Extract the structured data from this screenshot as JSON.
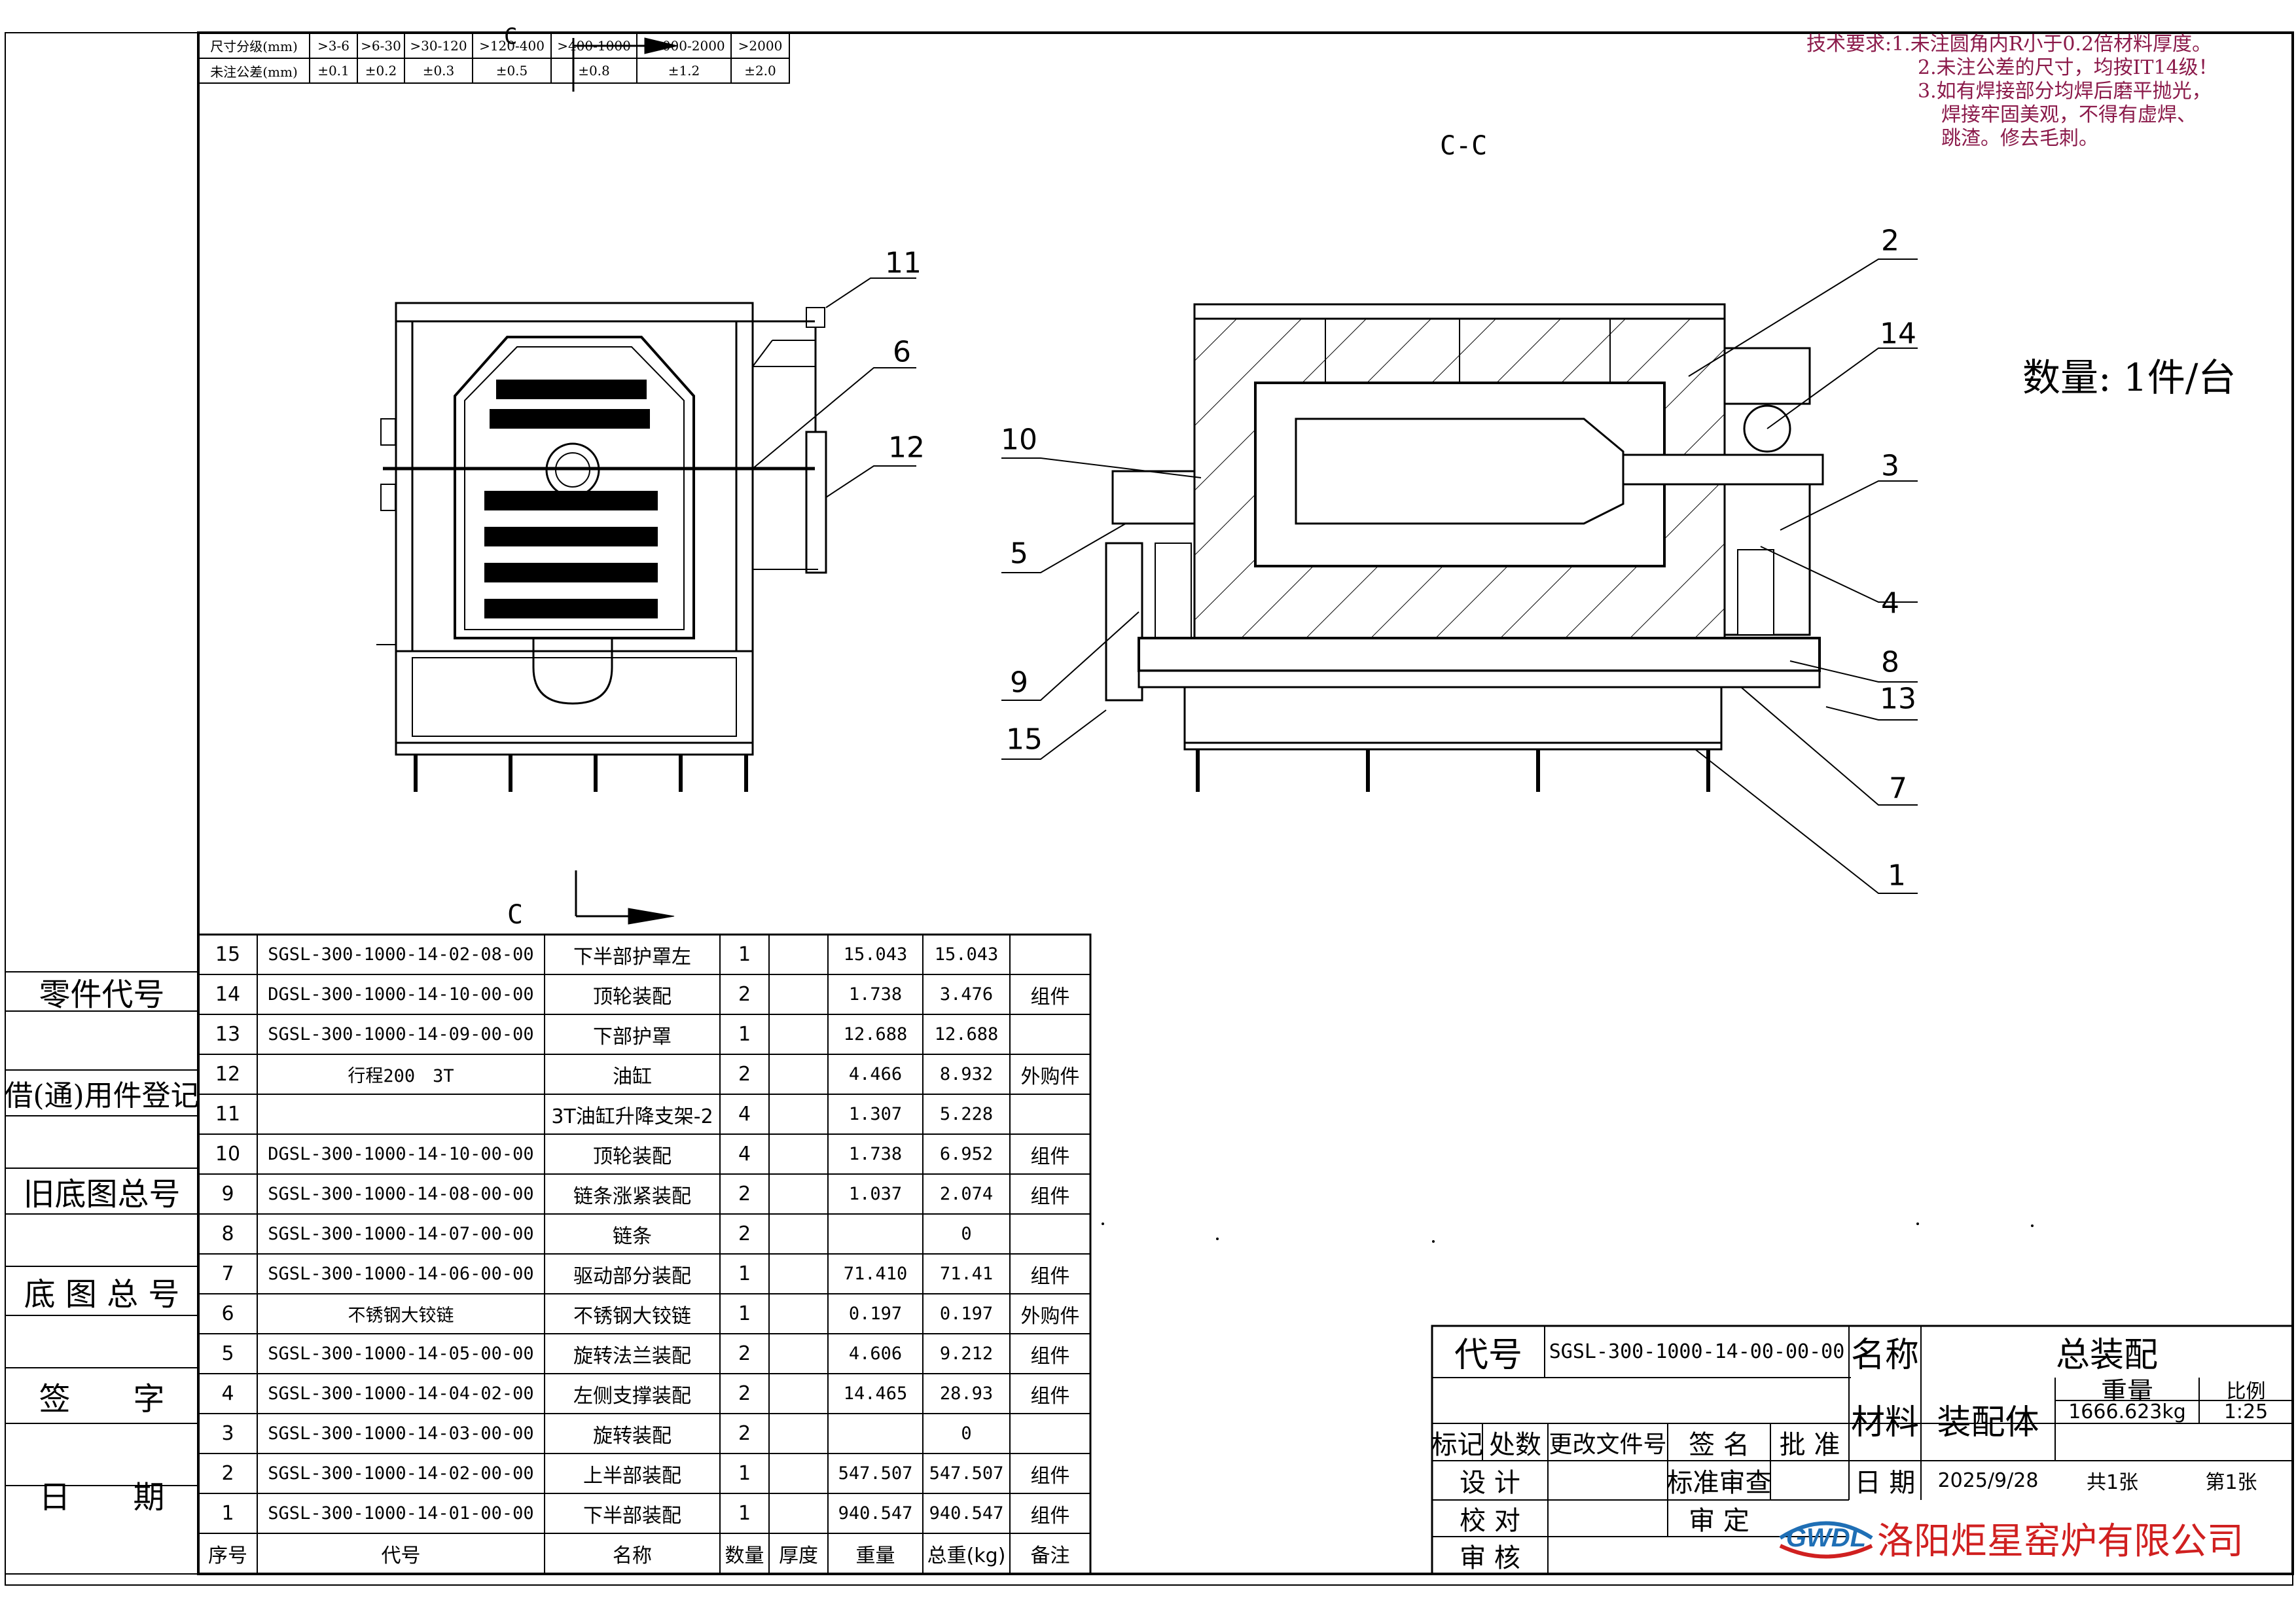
{
  "tolerance_table": {
    "row1_label": "尺寸分级(mm)",
    "row2_label": "未注公差(mm)",
    "ranges": [
      ">3-6",
      ">6-30",
      ">30-120",
      ">120-400",
      ">400-1000",
      ">1000-2000",
      ">2000"
    ],
    "tolerances": [
      "±0.1",
      "±0.2",
      "±0.3",
      "±0.5",
      "±0.8",
      "±1.2",
      "±2.0"
    ]
  },
  "requirements": {
    "title": "技术要求:",
    "items": [
      "1.未注圆角内R小于0.2倍材料厚度。",
      "2.未注公差的尺寸，均按IT14级！",
      "3.如有焊接部分均焊后磨平抛光，",
      "焊接牢固美观，不得有虚焊、",
      "跳渣。修去毛刺。"
    ]
  },
  "views": {
    "section_title": "C-C",
    "section_mark_top": "C",
    "section_mark_bottom": "C",
    "quantity": "数量: 1件/台"
  },
  "balloons_left": [
    "11",
    "6",
    "12"
  ],
  "balloons_right": [
    "2",
    "14",
    "10",
    "3",
    "5",
    "4",
    "9",
    "8",
    "13",
    "15",
    "7",
    "1"
  ],
  "side_labels": [
    "零件代号",
    "借(通)用件登记",
    "旧底图总号",
    "底 图 总 号",
    "签　　字",
    "日　　期"
  ],
  "bom": {
    "headers": [
      "序号",
      "代号",
      "名称",
      "数量",
      "厚度",
      "重量",
      "总重(kg)",
      "备注"
    ],
    "rows": [
      [
        "15",
        "SGSL-300-1000-14-02-08-00",
        "下半部护罩左",
        "1",
        "",
        "15.043",
        "15.043",
        ""
      ],
      [
        "14",
        "DGSL-300-1000-14-10-00-00",
        "顶轮装配",
        "2",
        "",
        "1.738",
        "3.476",
        "组件"
      ],
      [
        "13",
        "SGSL-300-1000-14-09-00-00",
        "下部护罩",
        "1",
        "",
        "12.688",
        "12.688",
        ""
      ],
      [
        "12",
        "行程200　3T",
        "油缸",
        "2",
        "",
        "4.466",
        "8.932",
        "外购件"
      ],
      [
        "11",
        "",
        "3T油缸升降支架-2",
        "4",
        "",
        "1.307",
        "5.228",
        ""
      ],
      [
        "10",
        "DGSL-300-1000-14-10-00-00",
        "顶轮装配",
        "4",
        "",
        "1.738",
        "6.952",
        "组件"
      ],
      [
        "9",
        "SGSL-300-1000-14-08-00-00",
        "链条涨紧装配",
        "2",
        "",
        "1.037",
        "2.074",
        "组件"
      ],
      [
        "8",
        "SGSL-300-1000-14-07-00-00",
        "链条",
        "2",
        "",
        "",
        "0",
        ""
      ],
      [
        "7",
        "SGSL-300-1000-14-06-00-00",
        "驱动部分装配",
        "1",
        "",
        "71.410",
        "71.41",
        "组件"
      ],
      [
        "6",
        "不锈钢大铰链",
        "不锈钢大铰链",
        "1",
        "",
        "0.197",
        "0.197",
        "外购件"
      ],
      [
        "5",
        "SGSL-300-1000-14-05-00-00",
        "旋转法兰装配",
        "2",
        "",
        "4.606",
        "9.212",
        "组件"
      ],
      [
        "4",
        "SGSL-300-1000-14-04-02-00",
        "左侧支撑装配",
        "2",
        "",
        "14.465",
        "28.93",
        "组件"
      ],
      [
        "3",
        "SGSL-300-1000-14-03-00-00",
        "旋转装配",
        "2",
        "",
        "",
        "0",
        ""
      ],
      [
        "2",
        "SGSL-300-1000-14-02-00-00",
        "上半部装配",
        "1",
        "",
        "547.507",
        "547.507",
        "组件"
      ],
      [
        "1",
        "SGSL-300-1000-14-01-00-00",
        "下半部装配",
        "1",
        "",
        "940.547",
        "940.547",
        "组件"
      ]
    ]
  },
  "title_block": {
    "code_label": "代号",
    "code_value": "SGSL-300-1000-14-00-00-00",
    "name_label": "名称",
    "name_value": "总装配",
    "material_label": "材料",
    "material_value": "装配体",
    "weight_label": "重量",
    "weight_value": "1666.623kg",
    "scale_label": "比例",
    "scale_value": "1:25",
    "sign_headers": [
      "标记",
      "处数",
      "更改文件号",
      "签 名",
      "批 准"
    ],
    "design_label": "设 计",
    "standard_label": "标准审查",
    "check_label": "校 对",
    "approve_label": "审 定",
    "review_label": "审 核",
    "date_label": "日 期",
    "date_value": "2025/9/28",
    "total_sheets": "共1张",
    "sheet_no": "第1张",
    "logo_text": "GWDL",
    "company": "洛阳炬星窑炉有限公司"
  }
}
